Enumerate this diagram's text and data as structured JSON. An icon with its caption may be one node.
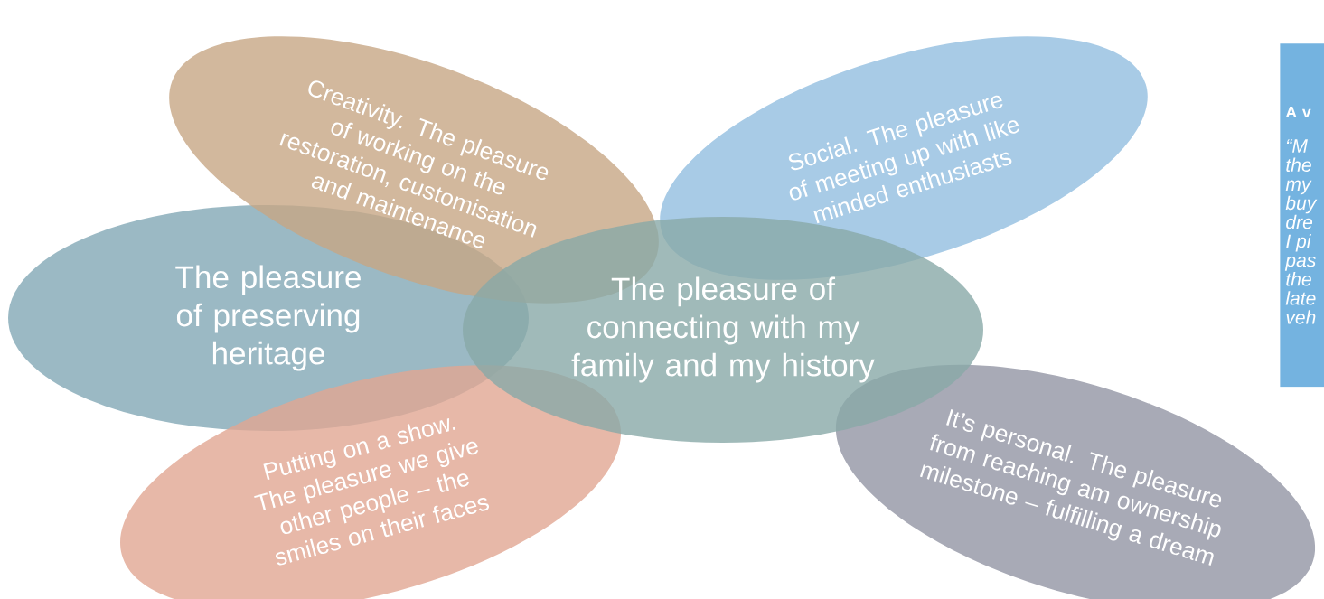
{
  "diagram": {
    "nodes": [
      {
        "text": [
          "Creativity. The pleasure of working on the restoration, customisation and maintenance"
        ]
      },
      {
        "text": [
          "Social. The pleasure of meeting up with like minded enthusiasts"
        ]
      },
      {
        "text": [
          "The pleasure  of preserving heritage"
        ]
      },
      {
        "text": [
          "The pleasure of connecting with my family and my history"
        ]
      },
      {
        "text": [
          "Putting on a show. The pleasure we give other people – the smiles on their faces"
        ]
      },
      {
        "text": [
          "It’s personal. The pleasure from reaching am ownership milestone – fulfilling a dream"
        ]
      },
      {
        "text": [
          "A v",
          "“M the my buy dre I pi pas the late veh"
        ]
      }
    ]
  }
}
